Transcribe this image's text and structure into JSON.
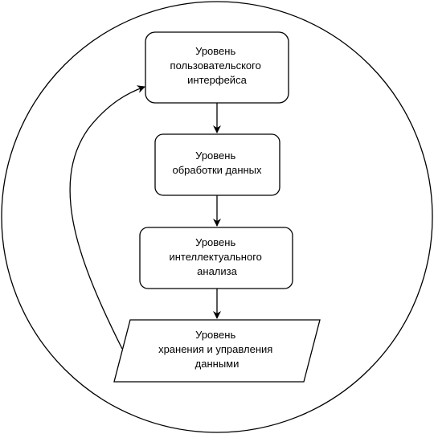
{
  "nodes": [
    {
      "id": "ui",
      "lines": [
        "Уровень",
        "пользовательского",
        "интерфейса"
      ]
    },
    {
      "id": "processing",
      "lines": [
        "Уровень",
        "обработки данных"
      ]
    },
    {
      "id": "analysis",
      "lines": [
        "Уровень",
        "интеллектуального",
        "анализа"
      ]
    },
    {
      "id": "storage",
      "lines": [
        "Уровень",
        "хранения и управления",
        "данными"
      ]
    }
  ],
  "colors": {
    "stroke": "#000000",
    "fill": "#ffffff",
    "text": "#000000"
  }
}
